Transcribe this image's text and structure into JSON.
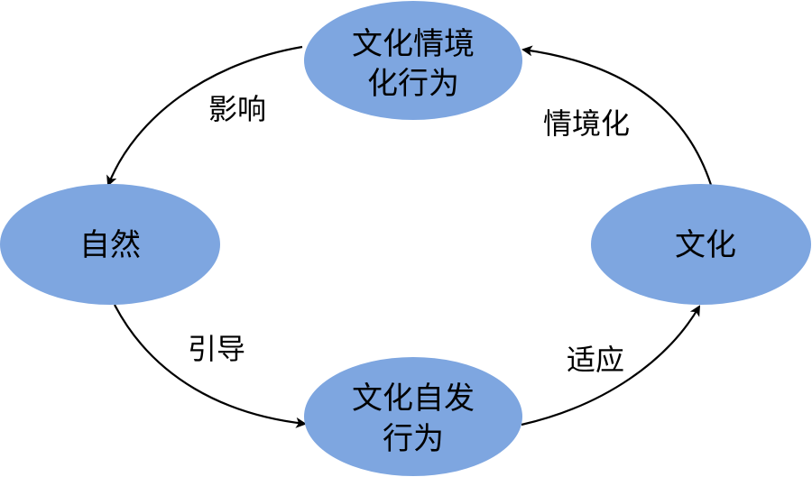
{
  "diagram": {
    "type": "cycle",
    "node_fill": "#7EA6E0",
    "edge_color": "#000000",
    "nodes": [
      {
        "id": "situated",
        "lines": [
          "文化情境",
          "化行为"
        ]
      },
      {
        "id": "nature",
        "lines": [
          "自然"
        ]
      },
      {
        "id": "spontaneous",
        "lines": [
          "文化自发",
          "行为"
        ]
      },
      {
        "id": "culture",
        "lines": [
          "文化"
        ]
      }
    ],
    "edges": [
      {
        "from": "situated",
        "to": "nature",
        "label": "影响"
      },
      {
        "from": "nature",
        "to": "spontaneous",
        "label": "引导"
      },
      {
        "from": "spontaneous",
        "to": "culture",
        "label": "适应"
      },
      {
        "from": "culture",
        "to": "situated",
        "label": "情境化"
      }
    ]
  }
}
